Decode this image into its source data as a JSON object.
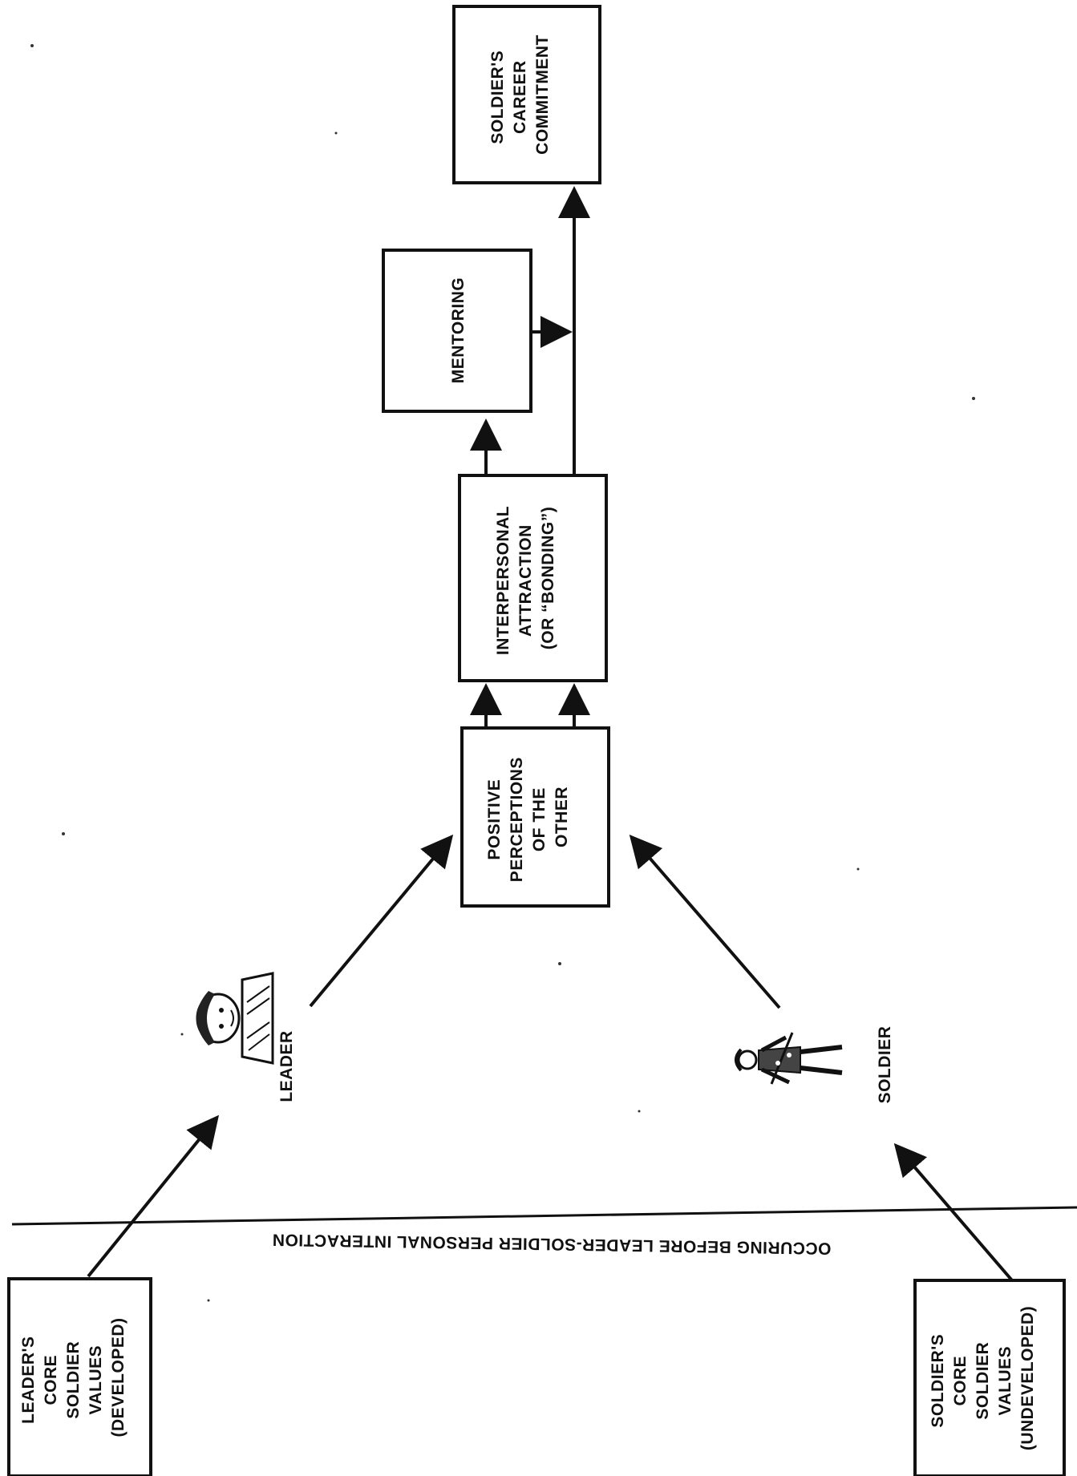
{
  "diagram": {
    "nodes": {
      "leader_values": [
        "LEADER'S",
        "CORE",
        "SOLDIER",
        "VALUES",
        "(DEVELOPED)"
      ],
      "soldier_values": [
        "SOLDIER'S",
        "CORE",
        "SOLDIER",
        "VALUES",
        "(UNDEVELOPED)"
      ],
      "positive_perceptions": [
        "POSITIVE",
        "PERCEPTIONS",
        "OF THE",
        "OTHER"
      ],
      "interpersonal_attraction": [
        "INTERPERSONAL",
        "ATTRACTION",
        "(OR “BONDING”)"
      ],
      "mentoring": [
        "MENTORING"
      ],
      "career_commitment": [
        "SOLDIER'S",
        "CAREER",
        "COMMITMENT"
      ]
    },
    "figures": {
      "leader_label": "LEADER",
      "soldier_label": "SOLDIER"
    },
    "divider_caption": "OCCURING BEFORE LEADER-SOLDIER PERSONAL INTERACTION",
    "colors": {
      "ink": "#111111",
      "paper": "#ffffff"
    }
  }
}
